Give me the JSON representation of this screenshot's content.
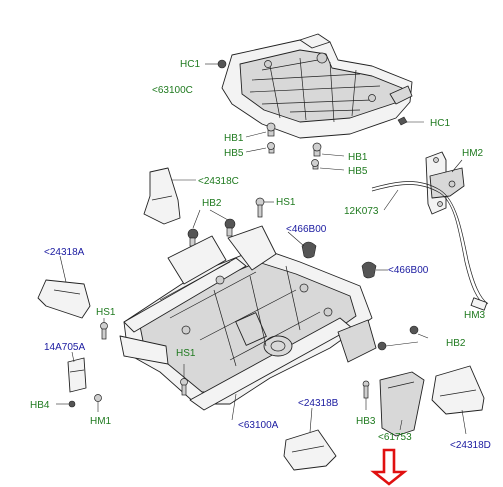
{
  "labels": {
    "hc1_top": "HC1",
    "p63100c": "<63100C",
    "hc1_right": "HC1",
    "hb1_left": "HB1",
    "hb5_left": "HB5",
    "hb1_right": "HB1",
    "hb5_right": "HB5",
    "hm2": "HM2",
    "p24318c": "<24318C",
    "hs1_top": "HS1",
    "k12073": "12K073",
    "hb2_top": "HB2",
    "p466b00_left": "<466B00",
    "p24318a": "<24318A",
    "p466b00_right": "<466B00",
    "hs1_left": "HS1",
    "hm3": "HM3",
    "p14a705a": "14A705A",
    "hb2_right": "HB2",
    "hs1_mid": "HS1",
    "hb4": "HB4",
    "hm1": "HM1",
    "p24318b": "<24318B",
    "p63100a": "<63100A",
    "hb3": "HB3",
    "p61753": "<61753",
    "p24318d": "<24318D"
  },
  "colors": {
    "label_green": "#1f7a1f",
    "label_blue": "#1a1aa0",
    "callout_arrow": "#e01010"
  }
}
